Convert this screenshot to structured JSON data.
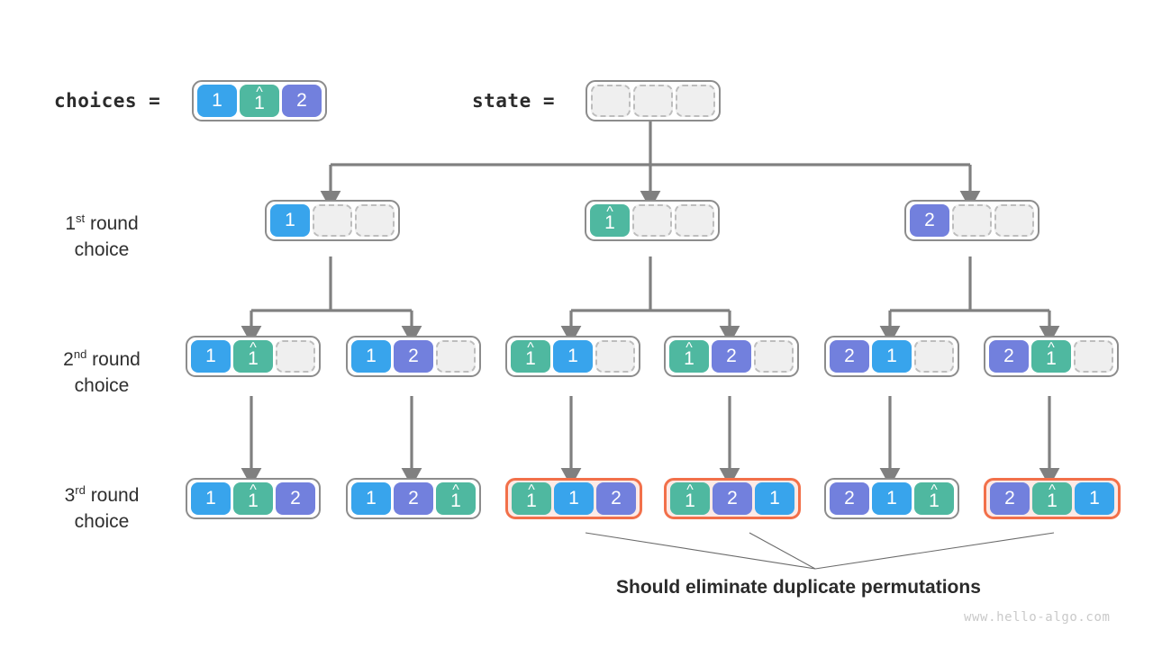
{
  "colors": {
    "blue": "#38a4ec",
    "green": "#4fb8a0",
    "purple": "#7280dd",
    "empty_fill": "#efefef",
    "empty_border": "#bdbdbd",
    "node_border": "#8c8c8c",
    "highlight_border": "#f2704a",
    "highlight_fill": "#fceae6",
    "wire": "#808080",
    "leader": "#6b6b6b",
    "text": "#2f2f2f",
    "watermark": "#c9c9c9"
  },
  "header": {
    "choices_label": "choices =",
    "choices_cells": [
      {
        "text": "1",
        "hat": false,
        "color": "blue"
      },
      {
        "text": "1",
        "hat": true,
        "color": "green"
      },
      {
        "text": "2",
        "hat": false,
        "color": "purple"
      }
    ],
    "state_label": "state =",
    "state_cells": [
      {
        "text": "",
        "color": "empty"
      },
      {
        "text": "",
        "color": "empty"
      },
      {
        "text": "",
        "color": "empty"
      }
    ]
  },
  "rows": [
    {
      "label_line1": "1",
      "label_sup": "st",
      "label_line1_rest": " round",
      "label_line2": "choice",
      "nodes": [
        {
          "highlight": false,
          "cells": [
            {
              "text": "1",
              "hat": false,
              "color": "blue"
            },
            {
              "text": "",
              "color": "empty"
            },
            {
              "text": "",
              "color": "empty"
            }
          ]
        },
        {
          "highlight": false,
          "cells": [
            {
              "text": "1",
              "hat": true,
              "color": "green"
            },
            {
              "text": "",
              "color": "empty"
            },
            {
              "text": "",
              "color": "empty"
            }
          ]
        },
        {
          "highlight": false,
          "cells": [
            {
              "text": "2",
              "hat": false,
              "color": "purple"
            },
            {
              "text": "",
              "color": "empty"
            },
            {
              "text": "",
              "color": "empty"
            }
          ]
        }
      ]
    },
    {
      "label_line1": "2",
      "label_sup": "nd",
      "label_line1_rest": " round",
      "label_line2": "choice",
      "nodes": [
        {
          "highlight": false,
          "cells": [
            {
              "text": "1",
              "hat": false,
              "color": "blue"
            },
            {
              "text": "1",
              "hat": true,
              "color": "green"
            },
            {
              "text": "",
              "color": "empty"
            }
          ]
        },
        {
          "highlight": false,
          "cells": [
            {
              "text": "1",
              "hat": false,
              "color": "blue"
            },
            {
              "text": "2",
              "hat": false,
              "color": "purple"
            },
            {
              "text": "",
              "color": "empty"
            }
          ]
        },
        {
          "highlight": false,
          "cells": [
            {
              "text": "1",
              "hat": true,
              "color": "green"
            },
            {
              "text": "1",
              "hat": false,
              "color": "blue"
            },
            {
              "text": "",
              "color": "empty"
            }
          ]
        },
        {
          "highlight": false,
          "cells": [
            {
              "text": "1",
              "hat": true,
              "color": "green"
            },
            {
              "text": "2",
              "hat": false,
              "color": "purple"
            },
            {
              "text": "",
              "color": "empty"
            }
          ]
        },
        {
          "highlight": false,
          "cells": [
            {
              "text": "2",
              "hat": false,
              "color": "purple"
            },
            {
              "text": "1",
              "hat": false,
              "color": "blue"
            },
            {
              "text": "",
              "color": "empty"
            }
          ]
        },
        {
          "highlight": false,
          "cells": [
            {
              "text": "2",
              "hat": false,
              "color": "purple"
            },
            {
              "text": "1",
              "hat": true,
              "color": "green"
            },
            {
              "text": "",
              "color": "empty"
            }
          ]
        }
      ]
    },
    {
      "label_line1": "3",
      "label_sup": "rd",
      "label_line1_rest": " round",
      "label_line2": "choice",
      "nodes": [
        {
          "highlight": false,
          "cells": [
            {
              "text": "1",
              "hat": false,
              "color": "blue"
            },
            {
              "text": "1",
              "hat": true,
              "color": "green"
            },
            {
              "text": "2",
              "hat": false,
              "color": "purple"
            }
          ]
        },
        {
          "highlight": false,
          "cells": [
            {
              "text": "1",
              "hat": false,
              "color": "blue"
            },
            {
              "text": "2",
              "hat": false,
              "color": "purple"
            },
            {
              "text": "1",
              "hat": true,
              "color": "green"
            }
          ]
        },
        {
          "highlight": true,
          "cells": [
            {
              "text": "1",
              "hat": true,
              "color": "green"
            },
            {
              "text": "1",
              "hat": false,
              "color": "blue"
            },
            {
              "text": "2",
              "hat": false,
              "color": "purple"
            }
          ]
        },
        {
          "highlight": true,
          "cells": [
            {
              "text": "1",
              "hat": true,
              "color": "green"
            },
            {
              "text": "2",
              "hat": false,
              "color": "purple"
            },
            {
              "text": "1",
              "hat": false,
              "color": "blue"
            }
          ]
        },
        {
          "highlight": false,
          "cells": [
            {
              "text": "2",
              "hat": false,
              "color": "purple"
            },
            {
              "text": "1",
              "hat": false,
              "color": "blue"
            },
            {
              "text": "1",
              "hat": true,
              "color": "green"
            }
          ]
        },
        {
          "highlight": true,
          "cells": [
            {
              "text": "2",
              "hat": false,
              "color": "purple"
            },
            {
              "text": "1",
              "hat": true,
              "color": "green"
            },
            {
              "text": "1",
              "hat": false,
              "color": "blue"
            }
          ]
        }
      ]
    }
  ],
  "caption": "Should eliminate duplicate permutations",
  "watermark": "www.hello-algo.com",
  "hat_glyph": "^"
}
